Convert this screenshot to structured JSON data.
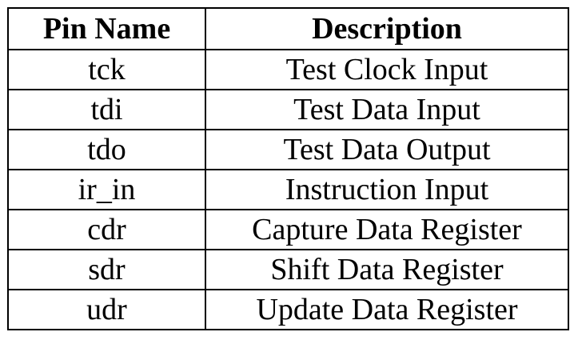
{
  "table": {
    "headers": {
      "pin_name": "Pin Name",
      "description": "Description"
    },
    "rows": [
      {
        "pin": "tck",
        "description": "Test Clock Input"
      },
      {
        "pin": "tdi",
        "description": "Test Data Input"
      },
      {
        "pin": "tdo",
        "description": "Test Data Output"
      },
      {
        "pin": "ir_in",
        "description": "Instruction Input"
      },
      {
        "pin": "cdr",
        "description": "Capture Data Register"
      },
      {
        "pin": "sdr",
        "description": "Shift Data Register"
      },
      {
        "pin": "udr",
        "description": "Update Data Register"
      }
    ]
  }
}
